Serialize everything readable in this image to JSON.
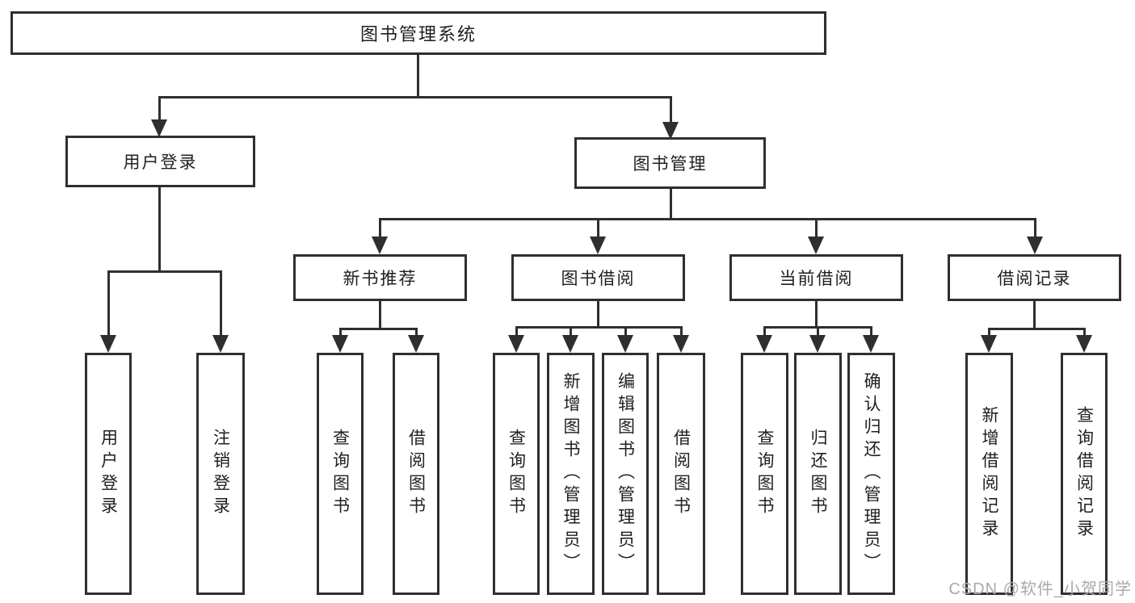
{
  "watermark": "CSDN @软件_小贺同学",
  "colors": {
    "line": "#2f2f2f",
    "text": "#1f1f1f",
    "watermark_text": "#a6aab0",
    "background": "#ffffff"
  },
  "tree": {
    "label": "图书管理系统",
    "children": [
      {
        "label": "用户登录",
        "children": [
          {
            "label": "用户登录"
          },
          {
            "label": "注销登录"
          }
        ]
      },
      {
        "label": "图书管理",
        "children": [
          {
            "label": "新书推荐",
            "children": [
              {
                "label": "查询图书"
              },
              {
                "label": "借阅图书"
              }
            ]
          },
          {
            "label": "图书借阅",
            "children": [
              {
                "label": "查询图书"
              },
              {
                "label": "新增图书（管理员）"
              },
              {
                "label": "编辑图书（管理员）"
              },
              {
                "label": "借阅图书"
              }
            ]
          },
          {
            "label": "当前借阅",
            "children": [
              {
                "label": "查询图书"
              },
              {
                "label": "归还图书"
              },
              {
                "label": "确认归还（管理员）"
              }
            ]
          },
          {
            "label": "借阅记录",
            "children": [
              {
                "label": "新增借阅记录"
              },
              {
                "label": "查询借阅记录"
              }
            ]
          }
        ]
      }
    ]
  }
}
